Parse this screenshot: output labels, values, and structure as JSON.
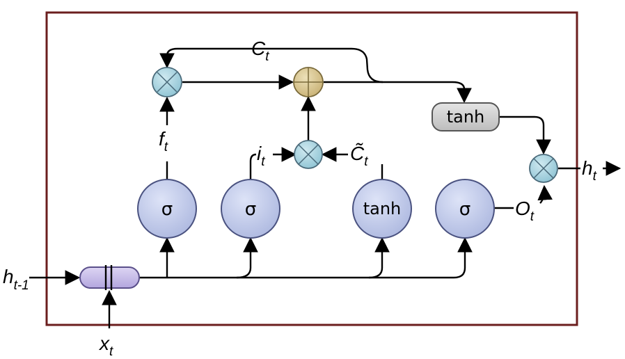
{
  "colors": {
    "frame": "#6b1e1e",
    "gate_fill": "#c2cbea",
    "gate_stroke": "#4a5280",
    "multiply_fill": "#a9d3e0",
    "add_fill": "#d8c48a",
    "tanh_box_fill": "#d0d0d0",
    "concat_fill": "#c8bde8",
    "line": "#000000"
  },
  "icons": {
    "multiply": "multiply-circle-icon",
    "add": "add-circle-icon",
    "concat": "concat-bar-icon"
  },
  "labels": {
    "h_prev": {
      "base": "h",
      "sub": "t-1"
    },
    "x_t": {
      "base": "x",
      "sub": "t"
    },
    "c_t": {
      "base": "C",
      "sub": "t"
    },
    "f_t": {
      "base": "f",
      "sub": "t"
    },
    "i_t": {
      "base": "i",
      "sub": "t"
    },
    "c_tilde": {
      "base": "C̃",
      "sub": "t"
    },
    "o_t": {
      "base": "O",
      "sub": "t"
    },
    "h_t": {
      "base": "h",
      "sub": "t"
    }
  },
  "gates": {
    "forget": "σ",
    "input": "σ",
    "candidate": "tanh",
    "output": "σ",
    "cell_tanh": "tanh"
  }
}
